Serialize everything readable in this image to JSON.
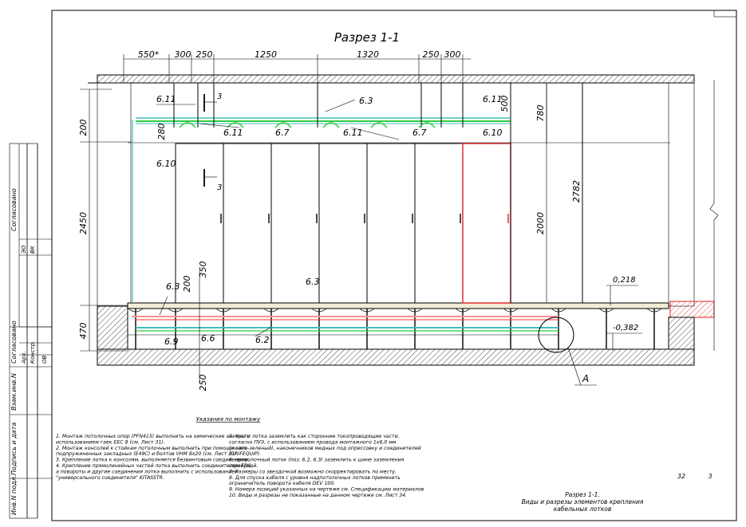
{
  "drawing": {
    "title": "Разрез 1-1",
    "top_dims": [
      "550*",
      "300",
      "250",
      "1250",
      "1320",
      "250",
      "300"
    ],
    "left_dims": [
      "200",
      "2450",
      "470"
    ],
    "right_dims": [
      "500",
      "780",
      "2782",
      "2000"
    ],
    "bottom_dim": "250",
    "inner_dims": [
      "280",
      "200",
      "350"
    ],
    "levels": [
      "0,218",
      "-0,382"
    ],
    "section_marks": [
      "3",
      "3"
    ],
    "node_label": "A",
    "callouts": [
      "6.11",
      "6.3",
      "6.11",
      "6.7",
      "6.11",
      "6.7",
      "6.10",
      "6.10",
      "6.3",
      "6.3",
      "6.9",
      "6.6",
      "6.2"
    ]
  },
  "colors": {
    "tray_green": "#2ecc40",
    "tray_cyan": "#3fbfbf",
    "cable_red": "#ff3030",
    "cabinet_red": "#e02020",
    "pink": "#ff9090"
  },
  "side_stamp": {
    "agreed_1": "Согласовано",
    "col_1": [
      "ЭО",
      "ВК"
    ],
    "agreed_2": "Согласовано",
    "col_2": [
      "Арх.",
      "Констр.",
      "ОВ"
    ],
    "inv_replace": "Взам.инв.N",
    "sign_date": "Подпись и дата",
    "inv_orig": "Инв.N подл."
  },
  "notes": {
    "heading": "Указания по монтажу",
    "left": [
      "1. Монтаж потолочных опор (PFN415) выполнить на химические анкеры с",
      "использованием гаек EEC 8 (см. Лист 31).",
      "2. Монтаж консолей к стойкам потолочным выполнить при помощи гаек",
      "подпружиненных закладных (E49C) и болтов VHM 8х20 (см. Лист 31).",
      "3. Крепление лотка к консолям, выполняется безвинтовым соединением.",
      "4. Крепление прямолинейных частей лотка выполнить соединителем EDS,",
      "а повороты и другие соединения лотка выполнить с  использованием",
      "\"универсального соединителя\" KITASSTR."
    ],
    "right": [
      "5. Части лотка заземлить как сторонние токопроводящие части,",
      "согласно ПУЭ, с использованием провода монтажного 1х6,0 мм",
      "(желто-зеленый), наконечников медных под опрессовку и соединителей",
      "(GRIFEQUIP).",
      "6. проволочный лоток (поз. 6.2, 6.3) заземлить к шине заземления",
      "серверной.",
      "7. Размеры со звездочкой возможно скорректировать по месту.",
      "8. Для спуска кабеля с уровня надпотолочных лотков применить",
      "ограничитель поворота кабеля DEV 100.",
      "9. Номера позиций указанных на чертеже см. Спецификацию материалов",
      "10. Виды и разрезы не показанные на данном чертеже см. Лист 34."
    ]
  },
  "title_block": {
    "caption_1": "Разрез 1-1.",
    "caption_2": "Виды и разрезы элементов крепления",
    "caption_3": "кабельных лотков",
    "sheet_no": "32",
    "sheet_sub": "3"
  }
}
